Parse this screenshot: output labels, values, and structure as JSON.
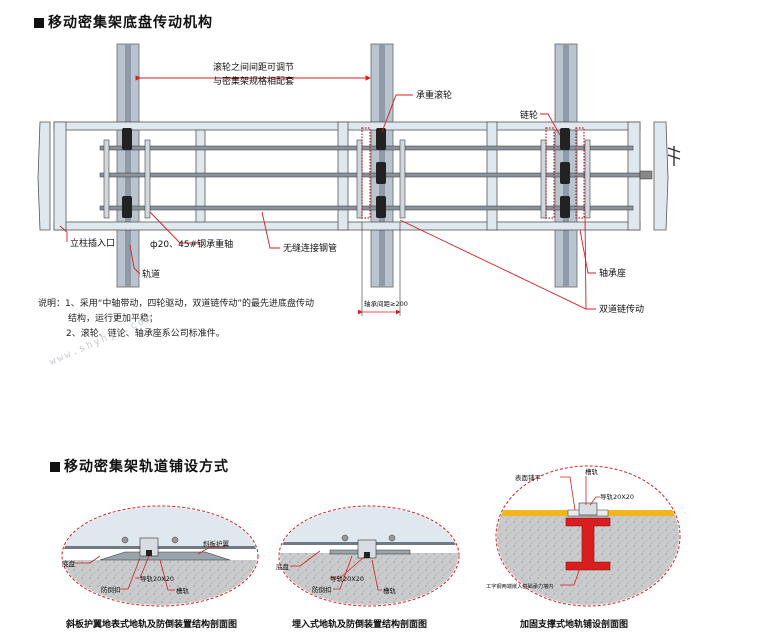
{
  "section1": {
    "title": "移动密集架底盘传动机构"
  },
  "section2": {
    "title": "移动密集架轨道铺设方式"
  },
  "top_diagram": {
    "labels": {
      "spacing_line1": "滚轮之间间距可调节",
      "spacing_line2": "与密集架规格相配套",
      "heavy_roller": "承重滚轮",
      "chain_wheel": "链轮",
      "column_slot": "立柱插入口",
      "axle": "ф20、45#钢承重轴",
      "seamless_pipe": "无缝连接钢管",
      "track": "轨道",
      "bearing_seat": "轴承座",
      "dual_chain": "双道链传动",
      "dimension": "轴承间距≥200"
    }
  },
  "notes": {
    "line1": "说明：1、采用“中轴带动，四轮驱动，双道链传动”的最先进底盘传动",
    "line2": "结构，运行更加平稳；",
    "line3": "2、滚轮、链论、轴承座系公司标准件。"
  },
  "watermark": "www.shyhjj.com",
  "sections": [
    {
      "caption": "斜板护翼地表式地轨及防倒装置结构剖面图",
      "labels": {
        "base": "底盘",
        "guard": "斜板护翼",
        "rail": "导轨20X20",
        "anti": "防倒扣",
        "groove": "槽轨"
      }
    },
    {
      "caption": "埋入式地轨及防倒装置结构剖面图",
      "labels": {
        "base": "底盘",
        "rail": "导轨20X20",
        "anti": "防倒扣",
        "groove": "槽轨"
      }
    },
    {
      "caption": "加固支撑式地轨铺设剖面图",
      "labels": {
        "surface": "表面铺平",
        "groove": "槽轨",
        "rail": "导轨20X20",
        "beam": "工字钢两端嵌入基础承力墙内"
      }
    }
  ],
  "colors": {
    "frame": "#dfe8ee",
    "frame_edge": "#555555",
    "track": "#b9c4cf",
    "leader": "#d81e1e",
    "ibeam": "#d81e1e",
    "floor_yellow": "#f2b51d",
    "concrete": "#c9cbcc",
    "ellipse": "#d81e1e"
  }
}
